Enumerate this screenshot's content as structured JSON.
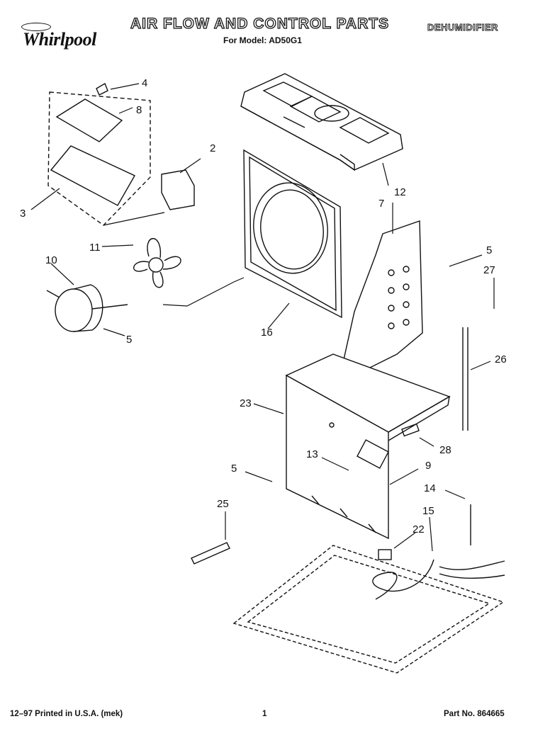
{
  "header": {
    "brand": "Whirlpool",
    "title": "AIR FLOW AND CONTROL PARTS",
    "subtitle": "For Model: AD50G1",
    "category": "DEHUMIDIFIER"
  },
  "callouts": {
    "c2": "2",
    "c3": "3",
    "c4": "4",
    "c5a": "5",
    "c5b": "5",
    "c5c": "5",
    "c7": "7",
    "c8": "8",
    "c9": "9",
    "c10": "10",
    "c11": "11",
    "c12": "12",
    "c13": "13",
    "c14": "14",
    "c15": "15",
    "c16": "16",
    "c22": "22",
    "c23": "23",
    "c25": "25",
    "c26": "26",
    "c27": "27",
    "c28": "28"
  },
  "footer": {
    "printed": "12–97 Printed in U.S.A. (mek)",
    "page": "1",
    "part_no": "Part No. 864665"
  }
}
